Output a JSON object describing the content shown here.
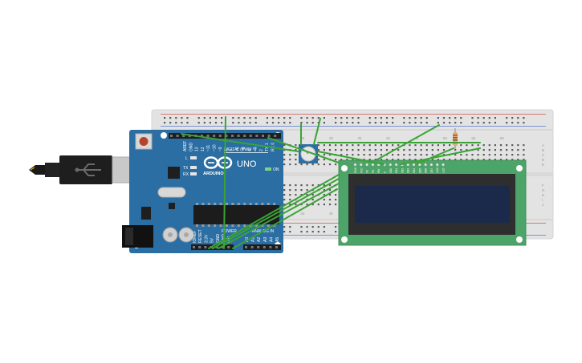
{
  "breadboard": {
    "column_numbers": [
      "1",
      "5",
      "10",
      "15",
      "20",
      "25",
      "30",
      "35",
      "40",
      "45",
      "50",
      "55",
      "60"
    ],
    "row_letters_top": [
      "A",
      "B",
      "C",
      "D",
      "E"
    ],
    "row_letters_bottom": [
      "F",
      "G",
      "H",
      "I",
      "J"
    ]
  },
  "arduino": {
    "brand": "ARDUINO",
    "model": "UNO",
    "digital_label": "DIGITAL (PWM ~)",
    "power_label": "POWER",
    "analog_label": "ANALOG IN",
    "on_label": "ON",
    "led_labels": [
      "L",
      "TX",
      "RX"
    ],
    "digital_pins": [
      "AREF",
      "GND",
      "13",
      "12",
      "~11",
      "~10",
      "~9",
      "8",
      "7",
      "~6",
      "~5",
      "4",
      "~3",
      "2",
      "TX 1",
      "RX 0"
    ],
    "power_pins": [
      "IOREF",
      "RESET",
      "3.3V",
      "5V",
      "GND",
      "GND",
      "VIN"
    ],
    "analog_pins": [
      "A0",
      "A1",
      "A2",
      "A3",
      "A4",
      "A5"
    ]
  },
  "lcd": {
    "pin_labels": [
      "GND",
      "VCC",
      "V0",
      "RS",
      "RW",
      "E",
      "DB0",
      "DB1",
      "DB2",
      "DB3",
      "DB4",
      "DB5",
      "DB6",
      "DB7",
      "LED+",
      "LED-"
    ]
  },
  "colors": {
    "breadboard": "#e3e3e3",
    "arduino_board": "#2b6ea3",
    "lcd_pcb": "#4da468",
    "lcd_screen": "#1b2a4a",
    "wire": "#3aa335"
  }
}
